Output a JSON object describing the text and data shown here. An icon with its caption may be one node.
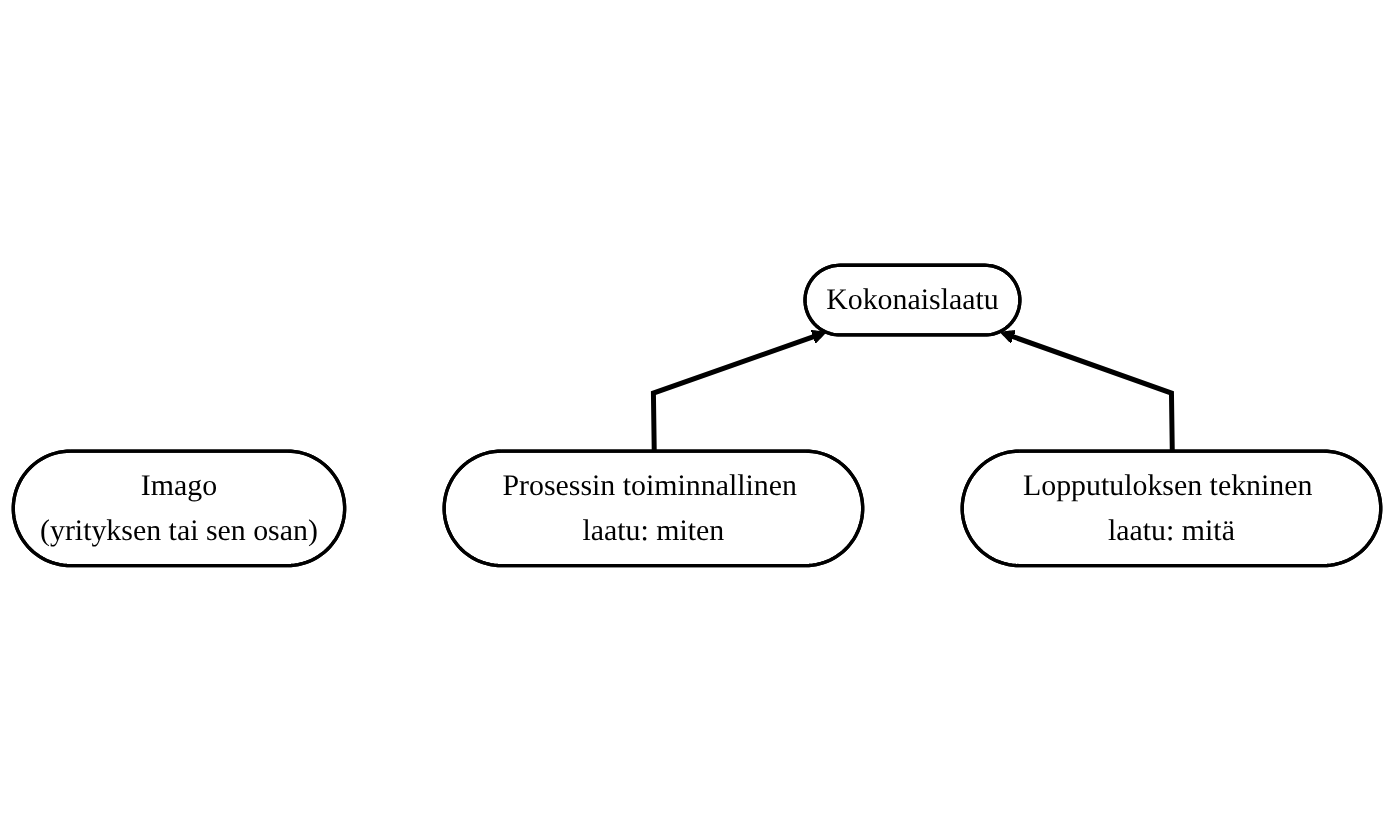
{
  "diagram": {
    "nodes": [
      {
        "text": [
          "Kokonaislaatu"
        ]
      },
      {
        "text": [
          "Imago",
          "(yrityksen tai sen osan)"
        ]
      },
      {
        "text": [
          "Prosessin toiminnallinen laatu: miten"
        ]
      },
      {
        "text": [
          "Lopputuloksen tekninen laatu: mitä"
        ]
      }
    ],
    "edges": [
      {
        "from": 2,
        "to": 0,
        "arrow": "to"
      },
      {
        "from": 3,
        "to": 0,
        "arrow": "to"
      }
    ]
  }
}
